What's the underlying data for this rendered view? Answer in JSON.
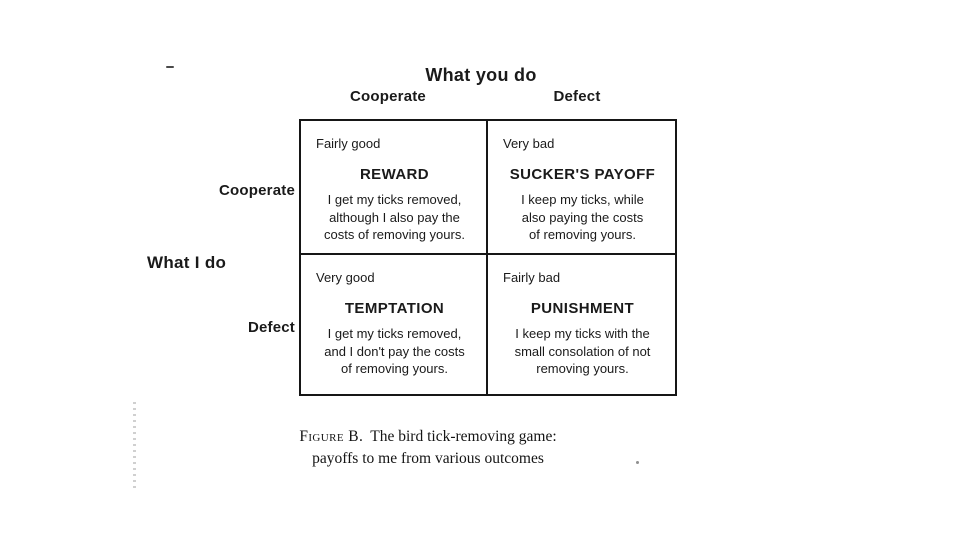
{
  "ink_color": "#1a1a1a",
  "matrix": {
    "top_axis_title": "What you do",
    "left_axis_title": "What I do",
    "col_headers": [
      "Cooperate",
      "Defect"
    ],
    "row_headers": [
      "Cooperate",
      "Defect"
    ],
    "cells": [
      {
        "rating": "Fairly good",
        "name": "REWARD",
        "description_lines": [
          "I get my ticks removed,",
          "although I also pay the",
          "costs of removing yours."
        ]
      },
      {
        "rating": "Very bad",
        "name": "SUCKER'S PAYOFF",
        "description_lines": [
          "I keep my ticks, while",
          "also paying the costs",
          "of removing yours."
        ]
      },
      {
        "rating": "Very good",
        "name": "TEMPTATION",
        "description_lines": [
          "I get my ticks removed,",
          "and I don't pay the costs",
          "of removing yours."
        ]
      },
      {
        "rating": "Fairly bad",
        "name": "PUNISHMENT",
        "description_lines": [
          "I keep my ticks with the",
          "small consolation of not",
          "removing yours."
        ]
      }
    ]
  },
  "caption": {
    "label": "Figure B.",
    "line1": "The bird tick-removing game:",
    "line2": "payoffs to me from various outcomes"
  }
}
